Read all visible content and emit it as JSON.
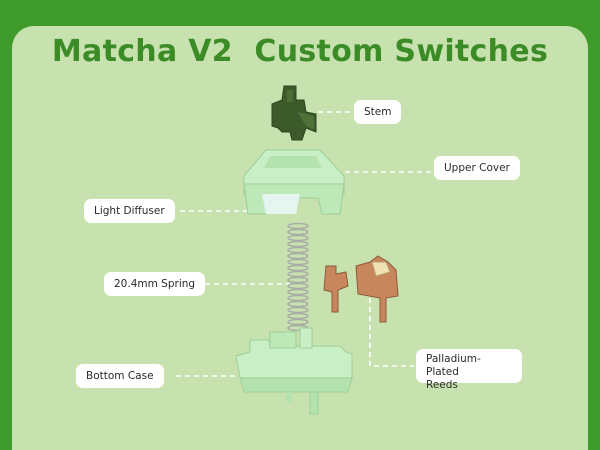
{
  "title": "Matcha V2  Custom Switches",
  "labels": {
    "stem": "Stem",
    "upper_cover": "Upper Cover",
    "light_diffuser": "Light Diffuser",
    "spring": "20.4mm Spring",
    "bottom_case": "Bottom Case",
    "reeds_line1": "Palladium-Plated",
    "reeds_line2": "Reeds"
  },
  "colors": {
    "background": "#3f9b2b",
    "panel": "#c7e2ae",
    "title": "#3b8b26",
    "stem": "#3c5a2a",
    "housing": "#c9efc6",
    "reeds": "#c8865c"
  }
}
